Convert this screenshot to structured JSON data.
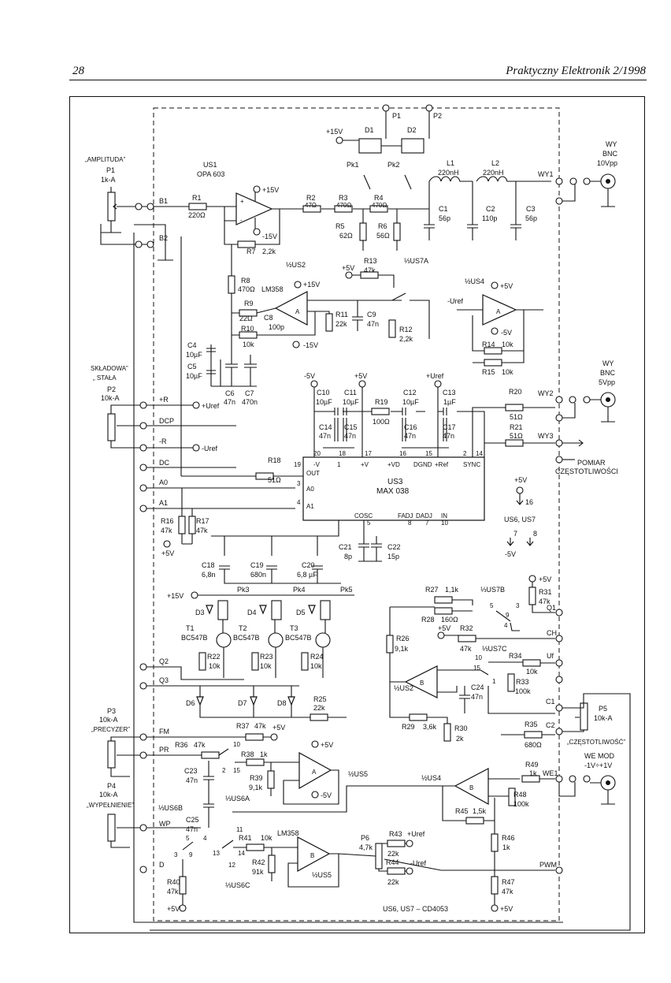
{
  "header": {
    "page_number": "28",
    "journal": "Praktyczny Elektronik 2/1998"
  },
  "left_panel": {
    "amplituda_label": "„AMPLITUDA”",
    "p1": "P1",
    "p1_val": "1k-A",
    "b1": "B1",
    "b2": "B2",
    "skladowa_label": "SKŁADOWA”",
    "stala_label": "„ STAŁA",
    "p2": "P2",
    "p2_val": "10k-A",
    "plus_r": "+R",
    "dcp": "DCP",
    "minus_r": "-R",
    "plus_uref": "+Uref",
    "minus_uref": "-Uref",
    "dc": "DC",
    "a0": "A0",
    "a1": "A1",
    "q2": "Q2",
    "q3": "Q3",
    "fm": "FM",
    "pr": "PR",
    "wp": "WP",
    "d": "D",
    "p3": "P3",
    "p3_val": "10k-A",
    "precyzer_label": "„PRECYZER”",
    "p4": "P4",
    "p4_val": "10k-A",
    "wypelnienie_label": "„WYPEŁNIENIE”"
  },
  "top_section": {
    "us1": "US1",
    "us1_type": "OPA 603",
    "plus15": "+15V",
    "minus15": "-15V",
    "r1": "R1",
    "r1_val": "220Ω",
    "r2": "R2",
    "r2_val": "47Ω",
    "r3": "R3",
    "r3_val": "470Ω",
    "r4": "R4",
    "r4_val": "470Ω",
    "r5": "R5",
    "r5_val": "62Ω",
    "r6": "R6",
    "r6_val": "56Ω",
    "r7": "R7",
    "r7_val": "2,2k",
    "p1_top": "P1",
    "p2_top": "P2",
    "d1": "D1",
    "d2": "D2",
    "plus15_relay": "+15V",
    "pk1": "Pk1",
    "pk2": "Pk2",
    "l1": "L1",
    "l1_val": "220nH",
    "l2": "L2",
    "l2_val": "220nH",
    "c1": "C1",
    "c1_val": "56p",
    "c2": "C2",
    "c2_val": "110p",
    "c3": "C3",
    "c3_val": "56p",
    "wy1": "WY1",
    "wy_bnc1_a": "WY",
    "wy_bnc1_b": "BNC",
    "wy_bnc1_c": "10Vpp"
  },
  "us2_section": {
    "us2a_label": "½US2",
    "lm358": "LM358",
    "plus15": "+15V",
    "minus15": "-15V",
    "r8": "R8",
    "r8_val": "470Ω",
    "r9": "R9",
    "r9_val": "22Ω",
    "c8": "C8",
    "c8_val": "100p",
    "r10": "R10",
    "r10_val": "10k",
    "c4": "C4",
    "c4_val": "10µF",
    "c5": "C5",
    "c5_val": "10µF",
    "c6": "C6",
    "c6_val": "47n",
    "c7": "C7",
    "c7_val": "470n",
    "r11": "R11",
    "r11_val": "22k",
    "c9": "C9",
    "c9_val": "47n",
    "r12": "R12",
    "r12_val": "2,2k",
    "r13": "R13",
    "r13_val": "47k",
    "plus5": "+5V",
    "us7a": "⅓US7A"
  },
  "us4_section": {
    "us4a_label": "½US4",
    "minus_uref": "-Uref",
    "plus5": "+5V",
    "minus5": "-5V",
    "r14": "R14",
    "r14_val": "10k",
    "r15": "R15",
    "r15_val": "10k",
    "wy_bnc2_a": "WY",
    "wy_bnc2_b": "BNC",
    "wy_bnc2_c": "5Vpp"
  },
  "us3_section": {
    "us3": "US3",
    "us3_type": "MAX 038",
    "minus5": "-5V",
    "plus5": "+5V",
    "plus_uref": "+Uref",
    "c10": "C10",
    "c10_val": "10µF",
    "c11": "C11",
    "c11_val": "10µF",
    "c12": "C12",
    "c12_val": "10µF",
    "c13": "C13",
    "c13_val": "1µF",
    "c14": "C14",
    "c14_val": "47n",
    "c15": "C15",
    "c15_val": "47n",
    "c16": "C16",
    "c16_val": "47n",
    "c17": "C17",
    "c17_val": "47n",
    "r19": "R19",
    "r19_val": "100Ω",
    "r20": "R20",
    "r20_val": "51Ω",
    "r21": "R21",
    "r21_val": "51Ω",
    "wy2": "WY2",
    "wy3": "WY3",
    "pomiar": "POMIAR",
    "czestotliwosci": "CZĘSTOTLIWOŚCI",
    "r18": "R18",
    "r18_val": "51Ω",
    "pin_v_minus": "-V",
    "pin_v_plus": "+V",
    "pin_vd": "+VD",
    "pin_dgnd": "DGND",
    "pin_ref": "+Ref",
    "pin_sync": "SYNC",
    "pin_out": "OUT",
    "pin_a0": "A0",
    "pin_a1": "A1",
    "pin_cosc": "COSC",
    "pin_fadj": "FADJ",
    "pin_dadj": "DADJ",
    "pin_in": "IN",
    "n20": "20",
    "n1": "1",
    "n18": "18",
    "n17": "17",
    "n16": "16",
    "n15": "15",
    "n2": "2",
    "n14": "14",
    "n19": "19",
    "n3": "3",
    "n4": "4",
    "n5": "5",
    "n8": "8",
    "n7": "7",
    "n10": "10",
    "us67_plus5": "+5V",
    "us67_16": "16",
    "us67_label": "US6, US7",
    "us67_7": "7",
    "us67_8": "8",
    "us67_minus5": "-5V"
  },
  "mid_section": {
    "r16": "R16",
    "r16_val": "47k",
    "r17": "R17",
    "r17_val": "47k",
    "plus5": "+5V",
    "c18": "C18",
    "c18_val": "6,8n",
    "c19": "C19",
    "c19_val": "680n",
    "c20": "C20",
    "c20_val": "6,8 µF",
    "c21": "C21",
    "c21_val": "8p",
    "c22": "C22",
    "c22_val": "15p",
    "plus15": "+15V",
    "pk3": "Pk3",
    "pk4": "Pk4",
    "pk5": "Pk5",
    "d3": "D3",
    "d4": "D4",
    "d5": "D5",
    "t1": "T1",
    "t1_type": "BC547B",
    "t2": "T2",
    "t2_type": "BC547B",
    "t3": "T3",
    "t3_type": "BC547B",
    "r22": "R22",
    "r22_val": "10k",
    "r23": "R23",
    "r23_val": "10k",
    "r24": "R24",
    "r24_val": "10k",
    "d6": "D6",
    "d7": "D7",
    "d8": "D8",
    "r25": "R25",
    "r25_val": "22k"
  },
  "right_mid": {
    "r27": "R27",
    "r27_val": "1,1k",
    "r28": "R28",
    "r28_val": "160Ω",
    "us7b": "⅓US7B",
    "plus5": "+5V",
    "r31": "R31",
    "r31_val": "47k",
    "q1": "Q1",
    "r26": "R26",
    "r26_val": "9,1k",
    "r32": "R32",
    "r32_val": "47k",
    "ch": "CH",
    "us7c": "⅓US7C",
    "r34": "R34",
    "r34_val": "10k",
    "uf": "Uf",
    "r33": "R33",
    "r33_val": "100k",
    "us2b": "½US2",
    "c24": "C24",
    "c24_val": "47n",
    "c1_out": "C1",
    "r29": "R29",
    "r29_val": "3,6k",
    "r30": "R30",
    "r30_val": "2k",
    "p5": "P5",
    "p5_val": "10k-A",
    "r35": "R35",
    "r35_val": "680Ω",
    "c2_out": "C2",
    "czestotliwosc_label": "„CZĘSTOTLIWOŚĆ”",
    "pin5": "5",
    "pin9": "9",
    "pin3": "3",
    "pin4": "4",
    "pin10": "10",
    "pin15": "15",
    "pin1": "1"
  },
  "bottom_section": {
    "r37": "R37",
    "r37_val": "47k",
    "plus5_a": "+5V",
    "r36": "R36",
    "r36_val": "47k",
    "r38": "R38",
    "r38_val": "1k",
    "plus5_b": "+5V",
    "minus5": "-5V",
    "c23": "C23",
    "c23_val": "47n",
    "r39": "R39",
    "r39_val": "9,1k",
    "us5a": "½US5",
    "us6a": "⅓US6A",
    "us6b": "⅓US6B",
    "c25": "C25",
    "c25_val": "47n",
    "r41": "R41",
    "r41_val": "10k",
    "lm358": "LM358",
    "r42": "R42",
    "r42_val": "91k",
    "us5b": "½US5",
    "us6c": "⅓US6C",
    "r40": "R40",
    "r40_val": "47k",
    "plus5_c": "+5V",
    "us4b": "½US4",
    "r49": "R49",
    "r49_val": "1k",
    "we1": "WE1",
    "r48": "R48",
    "r48_val": "100k",
    "r45": "R45",
    "r45_val": "1,5k",
    "r46": "R46",
    "r46_val": "1k",
    "we_mod": "WE MOD",
    "we_range": "-1V÷+1V",
    "p6": "P6",
    "p6_val": "4,7k",
    "r43": "R43",
    "r43_val": "22k",
    "plus_uref": "+Uref",
    "r44": "R44",
    "r44_val": "22k",
    "minus_uref": "-Uref",
    "pwm": "PWM",
    "r47": "R47",
    "r47_val": "47k",
    "plus5_d": "+5V",
    "footer_chip": "US6, US7 – CD4053",
    "n10": "10",
    "n15": "15",
    "n2": "2",
    "n5": "5",
    "n4": "4",
    "n3": "3",
    "n9": "9",
    "n11": "11",
    "n14": "14",
    "n13": "13",
    "n12": "12"
  }
}
